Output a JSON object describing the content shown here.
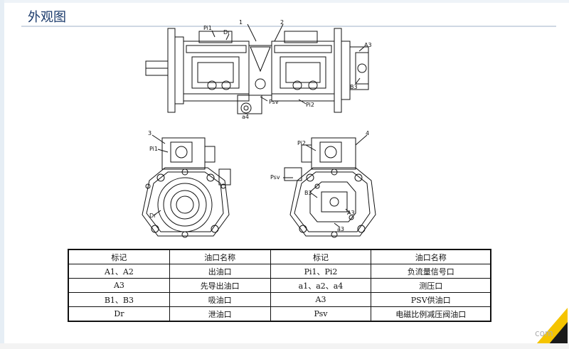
{
  "page": {
    "title": "外观图"
  },
  "drawing_labels": {
    "pi1": "Pi1",
    "dr": "Dr",
    "n1": "1",
    "n2": "2",
    "a3": "A3",
    "b3": "B3",
    "psv": "Psv",
    "pi2": "Pi2",
    "a4": "a4",
    "n3": "3",
    "pi1_left": "Pi1",
    "dr_left": "Dr",
    "n4": "4",
    "pi2_right": "Pi2",
    "psv_right": "Psv",
    "b3_right": "B3",
    "a3_right": "A3",
    "a3_low": "a3"
  },
  "table": {
    "header": [
      "标记",
      "油口名称",
      "标记",
      "油口名称"
    ],
    "rows": [
      [
        "A1、A2",
        "出油口",
        "Pi1、Pi2",
        "负流量信号口"
      ],
      [
        "A3",
        "先导出油口",
        "a1、a2、a4",
        "测压口"
      ],
      [
        "B1、B3",
        "吸油口",
        "A3",
        "PSV供油口"
      ],
      [
        "Dr",
        "泄油口",
        "Psv",
        "电磁比例减压阀油口"
      ]
    ]
  },
  "logo": {
    "text": "com"
  },
  "colors": {
    "title": "#1a3a6b",
    "logo_yellow": "#f5c400",
    "line": "#111111"
  }
}
